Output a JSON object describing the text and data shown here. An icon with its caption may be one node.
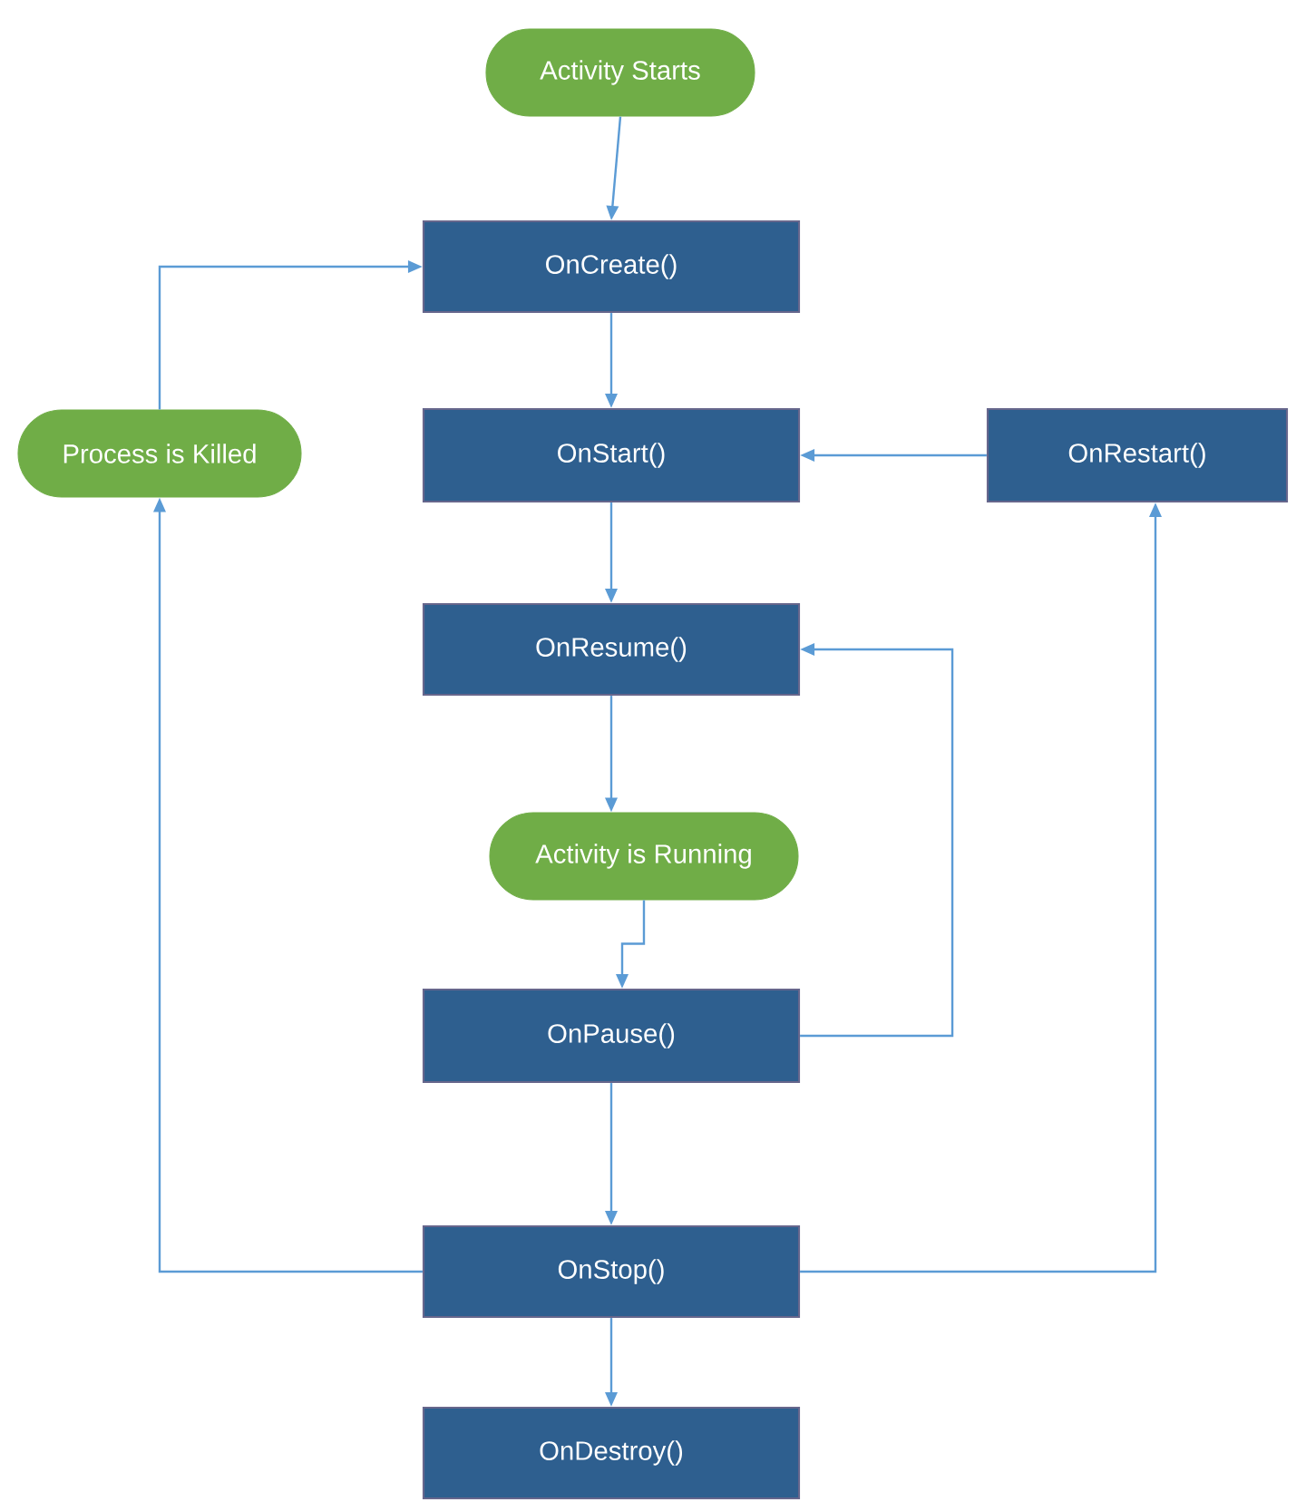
{
  "diagram": {
    "nodes": [
      {
        "text": [
          "Activity Starts"
        ]
      },
      {
        "text": [
          "OnCreate()"
        ]
      },
      {
        "text": [
          "Process is Killed"
        ]
      },
      {
        "text": [
          "OnStart()"
        ]
      },
      {
        "text": [
          "OnRestart()"
        ]
      },
      {
        "text": [
          "OnResume()"
        ]
      },
      {
        "text": [
          "Activity is Running"
        ]
      },
      {
        "text": [
          "OnPause()"
        ]
      },
      {
        "text": [
          "OnStop()"
        ]
      },
      {
        "text": [
          "OnDestroy()"
        ]
      }
    ],
    "edges": [
      {
        "from": 0,
        "to": 1,
        "arrow": "to"
      },
      {
        "from": 1,
        "to": 3,
        "arrow": "to"
      },
      {
        "from": 3,
        "to": 5,
        "arrow": "to"
      },
      {
        "from": 5,
        "to": 6,
        "arrow": "to"
      },
      {
        "from": 6,
        "to": 7,
        "arrow": "to"
      },
      {
        "from": 7,
        "to": 8,
        "arrow": "to"
      },
      {
        "from": 8,
        "to": 9,
        "arrow": "to"
      },
      {
        "from": 7,
        "to": 5,
        "arrow": "to"
      },
      {
        "from": 8,
        "to": 2,
        "arrow": "to"
      },
      {
        "from": 2,
        "to": 1,
        "arrow": "to"
      },
      {
        "from": 8,
        "to": 4,
        "arrow": "to"
      },
      {
        "from": 4,
        "to": 3,
        "arrow": "to"
      }
    ]
  }
}
